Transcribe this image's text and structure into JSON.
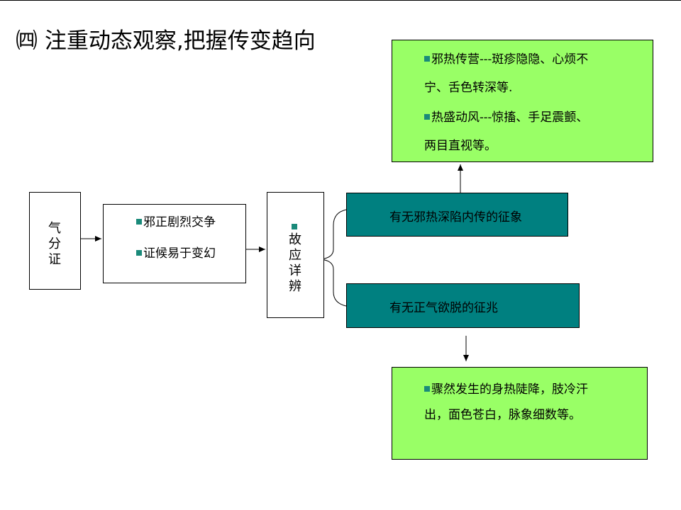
{
  "title": "㈣ 注重动态观察,把握传变趋向",
  "nodes": {
    "qi": {
      "text": "气分证"
    },
    "features": {
      "items": [
        "邪正剧烈交争",
        "证候易于变幻"
      ]
    },
    "analyze": {
      "text": "故应详辨"
    },
    "sink": {
      "text": "有无邪热深陷内传的征象"
    },
    "collapse": {
      "text": "有无正气欲脱的征兆"
    },
    "sink_signs": {
      "lines": [
        "邪热传营---斑疹隐隐、心烦不",
        "宁、舌色转深等.",
        "热盛动风---惊搐、手足震颤、",
        "两目直视等。"
      ]
    },
    "collapse_signs": {
      "lines": [
        "骤然发生的身热陡降，肢冷汗",
        "出，面色苍白，脉象细数等。"
      ]
    }
  },
  "colors": {
    "green_box": "#99ff66",
    "teal_box": "#008080",
    "bullet": "#1a8a7a"
  }
}
